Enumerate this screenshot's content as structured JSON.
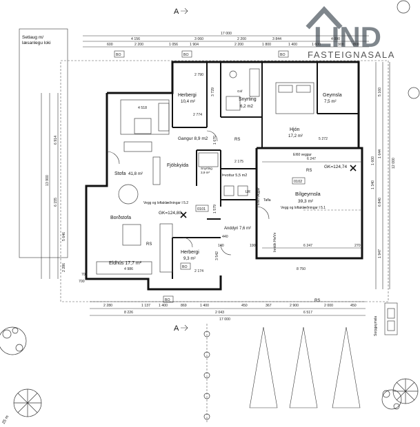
{
  "logo": {
    "mark": "LIND",
    "sub": "FASTEIGNASALA"
  },
  "section_marks": {
    "top": "A",
    "bottom": "A"
  },
  "note_setlaug": {
    "line1": "Setlaug m/",
    "line2": "læsanlegu loki"
  },
  "total_width": "17 000",
  "rooms": {
    "herbergi1": {
      "name": "Herbergi",
      "area": "10,4 m²"
    },
    "snyrting": {
      "name": "Snyrting",
      "area": "6,2 m2"
    },
    "geymsla": {
      "name": "Geymsla",
      "area": "7,5 m²"
    },
    "hjon": {
      "name": "Hjón",
      "area": "17,2 m²"
    },
    "gangur": {
      "name": "Gangur 8,9 m2"
    },
    "stofa": {
      "name": "Stofa",
      "area": "41,8 m²"
    },
    "fjolskylda": {
      "name": "Fjölskyida"
    },
    "bordstofa": {
      "name": "Borðstofa"
    },
    "eldhus": {
      "name": "Eldhús 17,7 m²"
    },
    "herbergi2": {
      "name": "Herbergi",
      "area": "9,3 m²"
    },
    "bilgeymsla": {
      "name": "Bílgeymsla",
      "area": "39,3 m²"
    },
    "anddyri": {
      "name": "Anddyri 7,6 m²"
    },
    "thvottur": {
      "name": "Þvottur 5,5 m2"
    },
    "snyrting2": {
      "name": "Snyrting",
      "area": "3,9 m²"
    }
  },
  "notes": {
    "veggur_west": "Vegg og loftaklæðningar I 5.2",
    "veggur_garage": "Vegg og loftaklæðningar I 5.1",
    "ei60_top": "EI60 veggur",
    "ei60_side": "EI60 veggur",
    "gk_west": "GK=124,80",
    "gk_east": "GK=124,74",
    "room_id_west": "0101",
    "room_id_east": "0102",
    "innt_hv": "Inntök Hv/Vv",
    "taflla": "Tafla",
    "lr": "LR",
    "rs_labels": [
      "RS",
      "RS",
      "RS",
      "RS"
    ],
    "bo_labels": [
      "BO",
      "BO",
      "BO",
      "BO",
      "BO"
    ],
    "grif": "Grif",
    "sorpgeymsla": "Sorpgeymsla",
    "scale_tag": "25 m"
  },
  "dims": {
    "top_row1": [
      "4 156",
      "3 060",
      "2 200",
      "3 844",
      "4 000"
    ],
    "top_row2": [
      "600",
      "2 200",
      "1 056",
      "1 904",
      "2 200",
      "1 800",
      "1 400",
      "1 600",
      "900",
      "800"
    ],
    "bottom_row1": [
      "2 280",
      "1 137",
      "1 400",
      "869",
      "1 400",
      "450",
      "367",
      "2 900",
      "2 000",
      "450"
    ],
    "bottom_row2": [
      "8 226",
      "2 043",
      "6 517"
    ],
    "right_col": [
      "5 160",
      "12 000",
      "1 600",
      "1 644",
      "6 840",
      "1 340",
      "1 947"
    ],
    "left_col": [
      "13 900",
      "6 914",
      "6 155",
      "5 646",
      "2 286",
      "700"
    ],
    "garage_w": "8 750",
    "garage_inner": [
      "6 247",
      "6 247"
    ],
    "small": [
      "2 790",
      "3 729",
      "5 272",
      "1 670",
      "2 175",
      "2 174",
      "3 542",
      "1 579",
      "270",
      "190",
      "440",
      "140",
      "700",
      "4 986",
      "4 518",
      "2 774"
    ]
  }
}
